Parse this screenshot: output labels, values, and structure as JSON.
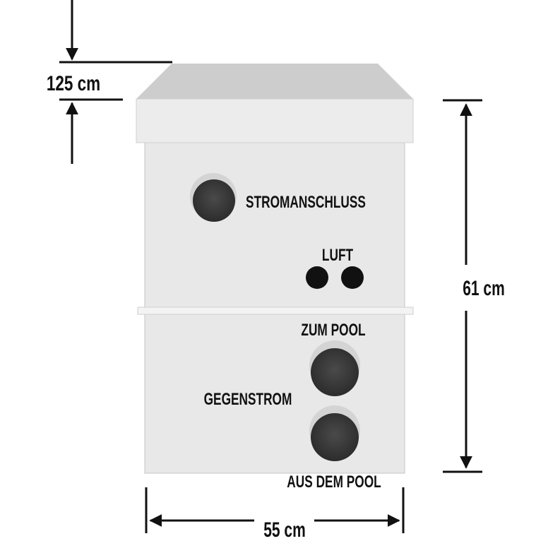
{
  "dimensions": {
    "lid_height": "125 cm",
    "height": "61 cm",
    "width": "55 cm"
  },
  "labels": {
    "power": "STROMANSCHLUSS",
    "air": "LUFT",
    "to_pool": "ZUM POOL",
    "counter_current": "GEGENSTROM",
    "from_pool": "AUS DEM POOL"
  },
  "colors": {
    "box": "#e6e6e6",
    "lid_top": "#cfcfcf",
    "port": "#3a3a3a"
  }
}
